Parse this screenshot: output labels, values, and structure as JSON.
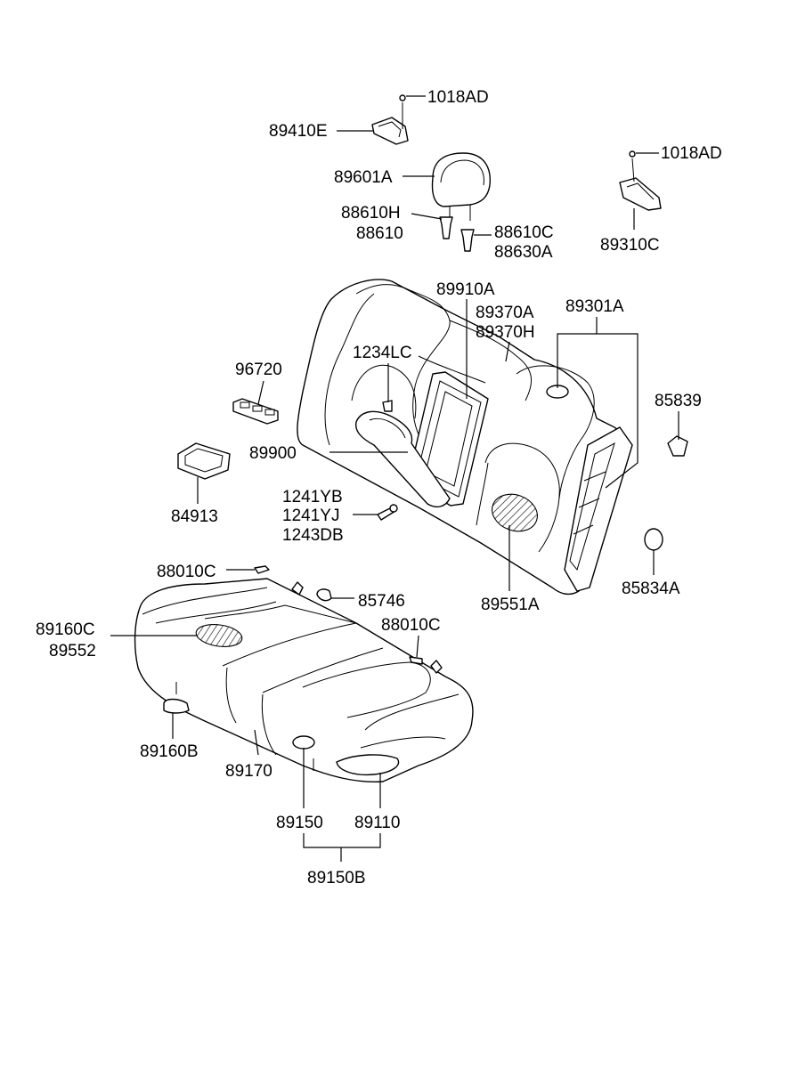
{
  "labels": {
    "l1018ad_top": "1018AD",
    "l89410e": "89410E",
    "l89601a": "89601A",
    "l88610h": "88610H",
    "l88610": "88610",
    "l88610c": "88610C",
    "l88630a": "88630A",
    "l1018ad_right": "1018AD",
    "l89310c": "89310C",
    "l89910a": "89910A",
    "l89370a": "89370A",
    "l89370h": "89370H",
    "l89301a": "89301A",
    "l1234lc": "1234LC",
    "l96720": "96720",
    "l85839": "85839",
    "l89900": "89900",
    "l84913": "84913",
    "l1241yb": "1241YB",
    "l1241yj": "1241YJ",
    "l1243db": "1243DB",
    "l85834a": "85834A",
    "l88010c_top": "88010C",
    "l85746": "85746",
    "l89551a": "89551A",
    "l89160c": "89160C",
    "l89552": "89552",
    "l88010c_mid": "88010C",
    "l89160b": "89160B",
    "l89170": "89170",
    "l89150": "89150",
    "l89110": "89110",
    "l89150b": "89150B"
  }
}
